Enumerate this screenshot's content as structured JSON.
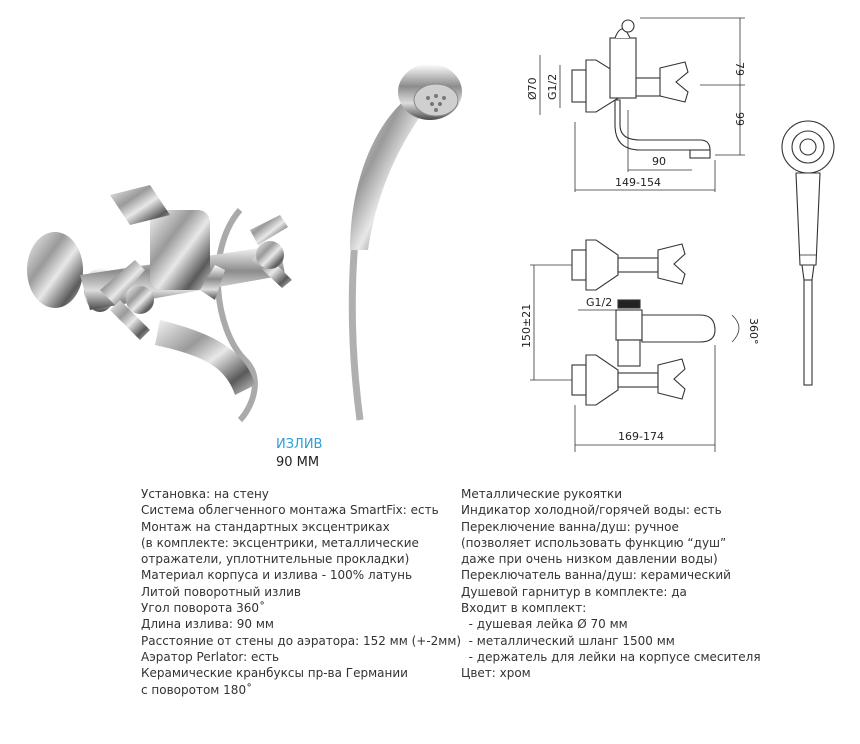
{
  "spout": {
    "title": "ИЗЛИВ",
    "value": "90 ММ"
  },
  "dimensions": {
    "top_view": {
      "d70": "Ø70",
      "thread": "G1/2",
      "v79": "79",
      "v99": "99",
      "h90": "90",
      "h149": "149-154"
    },
    "front_view": {
      "thread": "G1/2",
      "v150": "150±21",
      "rot": "360°",
      "h169": "169-174"
    }
  },
  "specs_left": [
    "Установка: на стену",
    "Система облегченного монтажа SmartFix: есть",
    "Монтаж на стандартных эксцентриках",
    "(в комплекте: эксцентрики, металлические",
    "отражатели, уплотнительные прокладки)",
    "Материал корпуса и излива - 100% латунь",
    "Литой поворотный излив",
    "Угол поворота 360˚",
    "Длина излива: 90 мм",
    "Расстояние от стены до аэратора: 152 мм (+-2мм)",
    "Аэратор Perlator: есть",
    "Керамические кранбуксы пр-ва Германии",
    "с поворотом 180˚"
  ],
  "specs_right": [
    "Металлические рукоятки",
    "Индикатор холодной/горячей воды: есть",
    "Переключение ванна/душ: ручное",
    "(позволяет использовать функцию “душ”",
    "даже при очень низком давлении воды)",
    "Переключатель ванна/душ: керамический",
    "Душевой гарнитур в комплекте: да",
    "Входит в комплект:",
    "  - душевая лейка Ø 70 мм",
    "  - металлический шланг 1500 мм",
    "  - держатель для лейки на корпусе смесителя",
    "Цвет: хром"
  ]
}
